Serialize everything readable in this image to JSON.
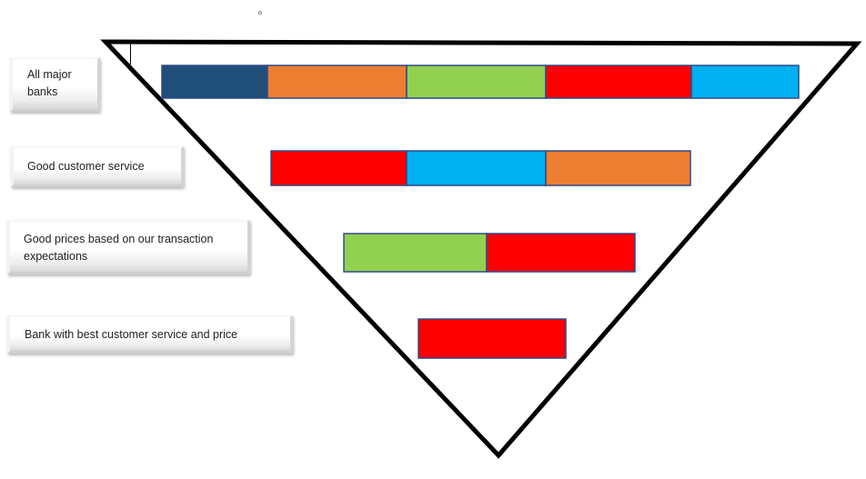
{
  "colors": {
    "dark_blue": "#1f4e79",
    "orange": "#ed7d31",
    "green": "#92d050",
    "red": "#ff0000",
    "light_blue": "#00b0f0",
    "outline": "#000000",
    "segment_border": "#2e4a8a"
  },
  "levels": [
    {
      "label": "All major banks",
      "segments": [
        "dark_blue",
        "orange",
        "green",
        "red",
        "light_blue"
      ]
    },
    {
      "label": "Good customer service",
      "segments": [
        "red",
        "light_blue",
        "orange"
      ]
    },
    {
      "label": "Good prices based on our transaction expectations",
      "segments": [
        "green",
        "red"
      ]
    },
    {
      "label": "Bank with best customer service and price",
      "segments": [
        "red"
      ]
    }
  ]
}
